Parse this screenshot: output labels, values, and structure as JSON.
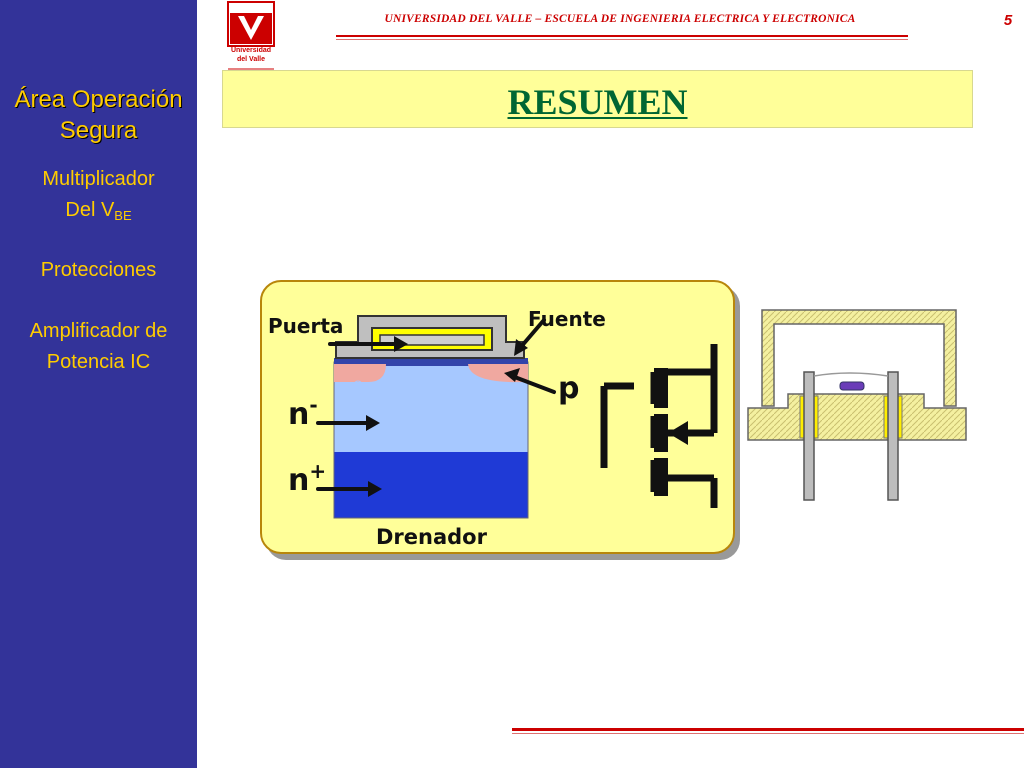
{
  "header": {
    "institution": "UNIVERSIDAD DEL VALLE – ESCUELA DE INGENIERIA ELECTRICA Y ELECTRONICA",
    "page_number": "5",
    "logo_line1": "Universidad",
    "logo_line2": "del Valle"
  },
  "sidebar": {
    "title_line1": "Área Operación",
    "title_line2": "Segura",
    "item_vbe_line1": "Multiplicador",
    "item_vbe_line2": "Del V",
    "item_vbe_sub": "BE",
    "item_protecciones": "Protecciones",
    "item_amp_line1": "Amplificador de",
    "item_amp_line2": "Potencia IC"
  },
  "main": {
    "title": "RESUMEN"
  },
  "diagram": {
    "label_gate": "Puerta",
    "label_source": "Fuente",
    "label_p": "p",
    "label_n_minus": "n",
    "label_n_minus_sup": "-",
    "label_n_plus": "n",
    "label_n_plus_sup": "+",
    "label_drain": "Drenador"
  },
  "colors": {
    "sidebar_bg": "#333399",
    "sidebar_text": "#ffcc00",
    "header_red": "#cc0000",
    "title_green": "#006633",
    "title_box": "#ffff99",
    "diagram_bg": "#ffff99",
    "n_minus_region": "#a6c8ff",
    "n_plus_region": "#1f3ad6"
  }
}
